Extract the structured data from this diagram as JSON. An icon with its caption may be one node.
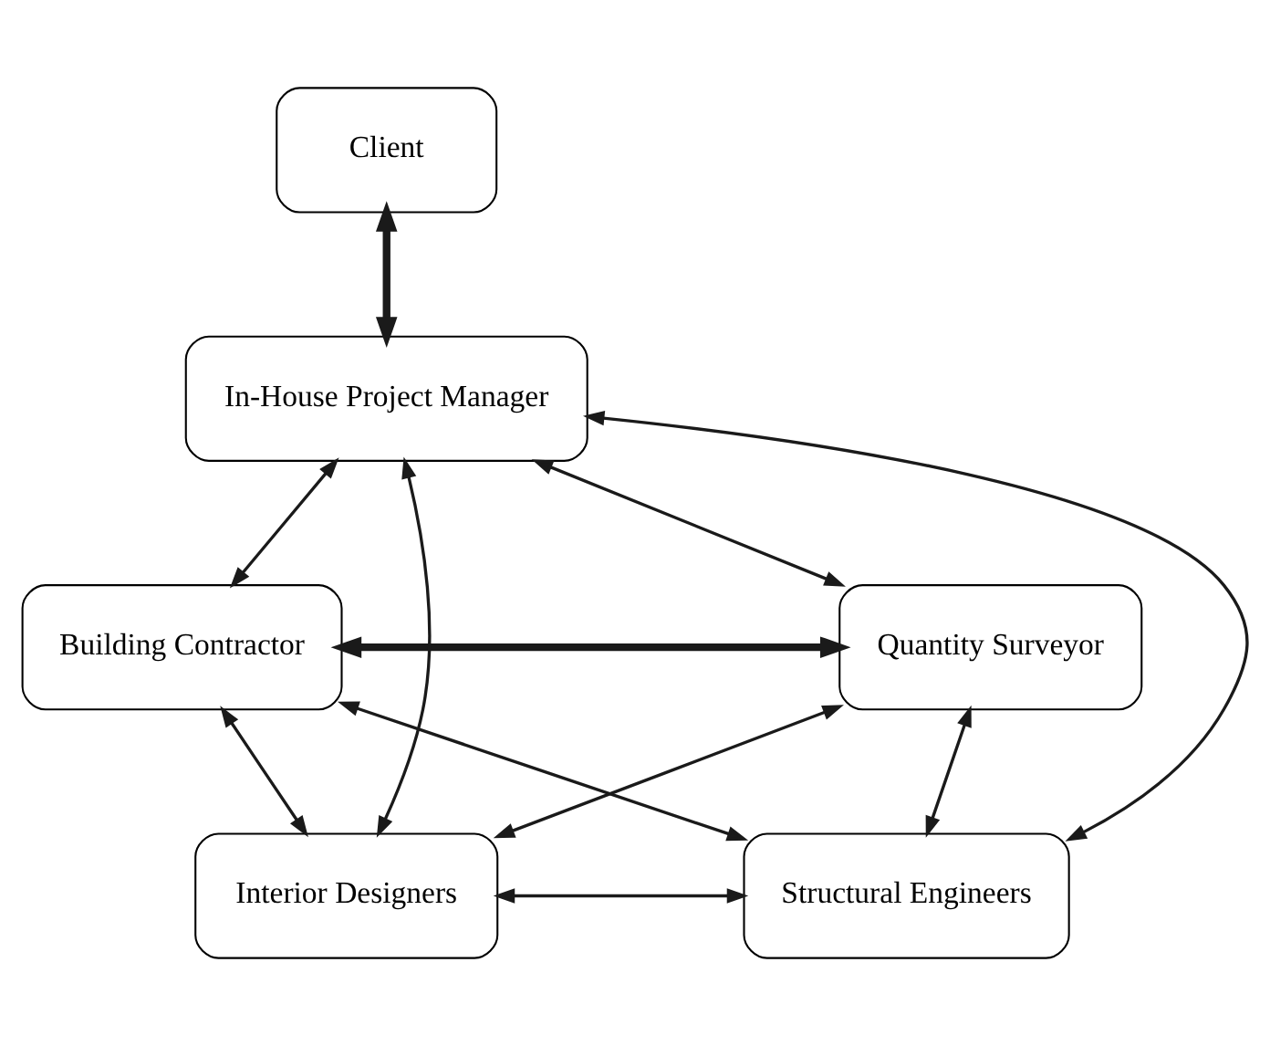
{
  "diagram": {
    "nodes": [
      {
        "text": [
          "Client"
        ]
      },
      {
        "text": [
          "In-House Project Manager"
        ]
      },
      {
        "text": [
          "Building Contractor"
        ]
      },
      {
        "text": [
          "Quantity Surveyor"
        ]
      },
      {
        "text": [
          "Interior Designers"
        ]
      },
      {
        "text": [
          "Structural Engineers"
        ]
      }
    ],
    "edges": [
      {
        "from": 0,
        "to": 1,
        "arrow": "both",
        "style": "thick"
      },
      {
        "from": 1,
        "to": 2,
        "arrow": "both"
      },
      {
        "from": 1,
        "to": 3,
        "arrow": "both"
      },
      {
        "from": 2,
        "to": 3,
        "arrow": "both",
        "style": "thick"
      },
      {
        "from": 4,
        "to": 1,
        "arrow": "both"
      },
      {
        "from": 5,
        "to": 1,
        "arrow": "both"
      },
      {
        "from": 2,
        "to": 5,
        "arrow": "both"
      },
      {
        "from": 4,
        "to": 3,
        "arrow": "both"
      },
      {
        "from": 2,
        "to": 4,
        "arrow": "both"
      },
      {
        "from": 3,
        "to": 5,
        "arrow": "both"
      },
      {
        "from": 4,
        "to": 5,
        "arrow": "both"
      }
    ]
  }
}
